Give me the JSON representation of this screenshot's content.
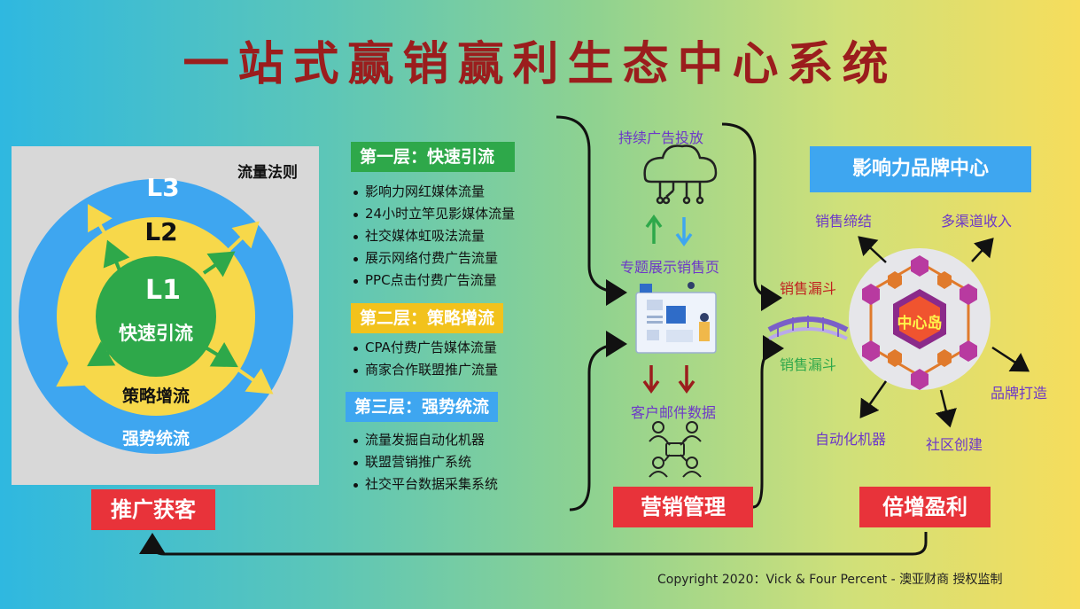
{
  "title": "一站式赢销赢利生态中心系统",
  "left": {
    "rule_title": "流量法则",
    "l3": "L3",
    "l2": "L2",
    "l1": "L1",
    "l1_sub": "快速引流",
    "l2_sub": "策略增流",
    "l3_sub": "强势统流",
    "button": "推广获客"
  },
  "layers": [
    {
      "heading": "第一层：快速引流",
      "color": "#2ea84a",
      "items": [
        "影响力网红媒体流量",
        "24小时立竿见影媒体流量",
        "社交媒体虹吸法流量",
        "展示网络付费广告流量",
        "PPC点击付费广告流量"
      ]
    },
    {
      "heading": "第二层：策略增流",
      "color": "#f2c21c",
      "items": [
        "CPA付费广告媒体流量",
        "商家合作联盟推广流量"
      ]
    },
    {
      "heading": "第三层：强势统流",
      "color": "#3ea6f0",
      "items": [
        "流量发掘自动化机器",
        "联盟营销推广系统",
        "社交平台数据采集系统"
      ]
    }
  ],
  "middle": {
    "ad_label": "持续广告投放",
    "page_label": "专题展示销售页",
    "email_label": "客户邮件数据",
    "button": "营销管理"
  },
  "right": {
    "funnel_top": "销售漏斗",
    "funnel_bottom": "销售漏斗",
    "brand_center": "影响力品牌中心",
    "hub_label": "中心岛",
    "spokes": [
      "销售缔结",
      "多渠道收入",
      "品牌打造",
      "社区创建",
      "自动化机器"
    ],
    "button": "倍增盈利"
  },
  "copyright": "Copyright 2020：Vick & Four Percent - 澳亚财商 授权监制",
  "colors": {
    "title": "#9b1d1d",
    "ring_outer": "#3ea6f0",
    "ring_middle": "#f7d84a",
    "ring_inner": "#2ea84a",
    "button_red": "#e8333a"
  },
  "icons": [
    "cloud-network-icon",
    "sales-page-illustration-icon",
    "team-network-icon",
    "bridge-icon",
    "hexagon-hub-icon"
  ]
}
